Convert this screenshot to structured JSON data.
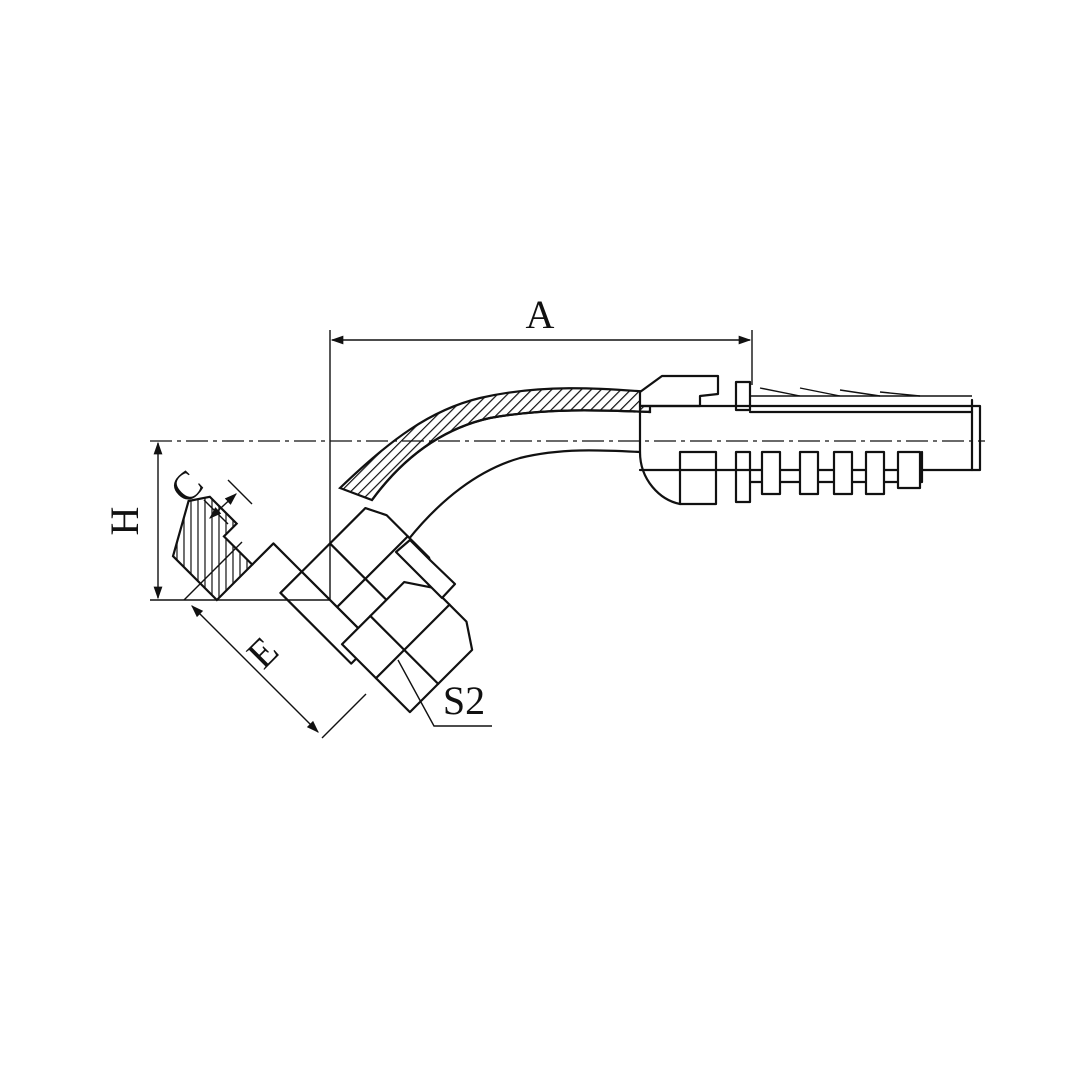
{
  "labels": {
    "a": "A",
    "h": "H",
    "c": "C",
    "e": "E",
    "s2": "S2"
  }
}
